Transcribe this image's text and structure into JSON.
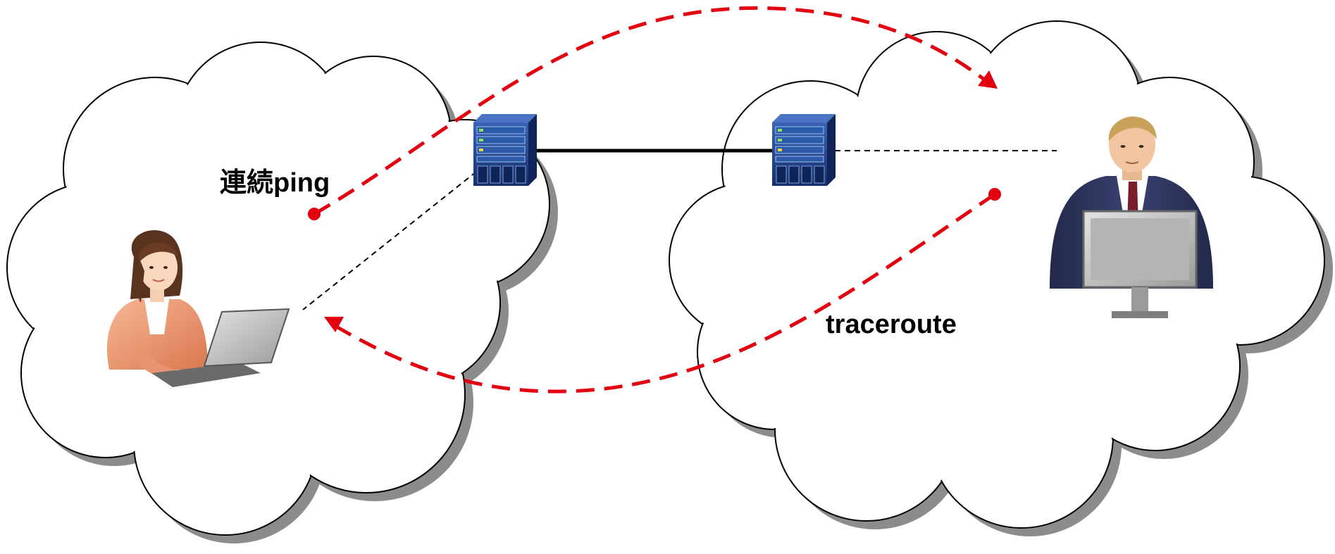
{
  "labels": {
    "ping": "連続ping",
    "traceroute": "traceroute"
  },
  "nodes": [
    {
      "id": "user-left",
      "icon": "woman-with-laptop-icon"
    },
    {
      "id": "switch-left",
      "icon": "network-switch-icon"
    },
    {
      "id": "switch-right",
      "icon": "network-switch-icon"
    },
    {
      "id": "user-right",
      "icon": "man-at-computer-icon"
    }
  ],
  "colors": {
    "arrow": "#e3000f",
    "cloud_fill": "#ffffff",
    "cloud_shadow": "#8c8c8c",
    "outline": "#000000",
    "switch_body": "#1d3f86"
  }
}
